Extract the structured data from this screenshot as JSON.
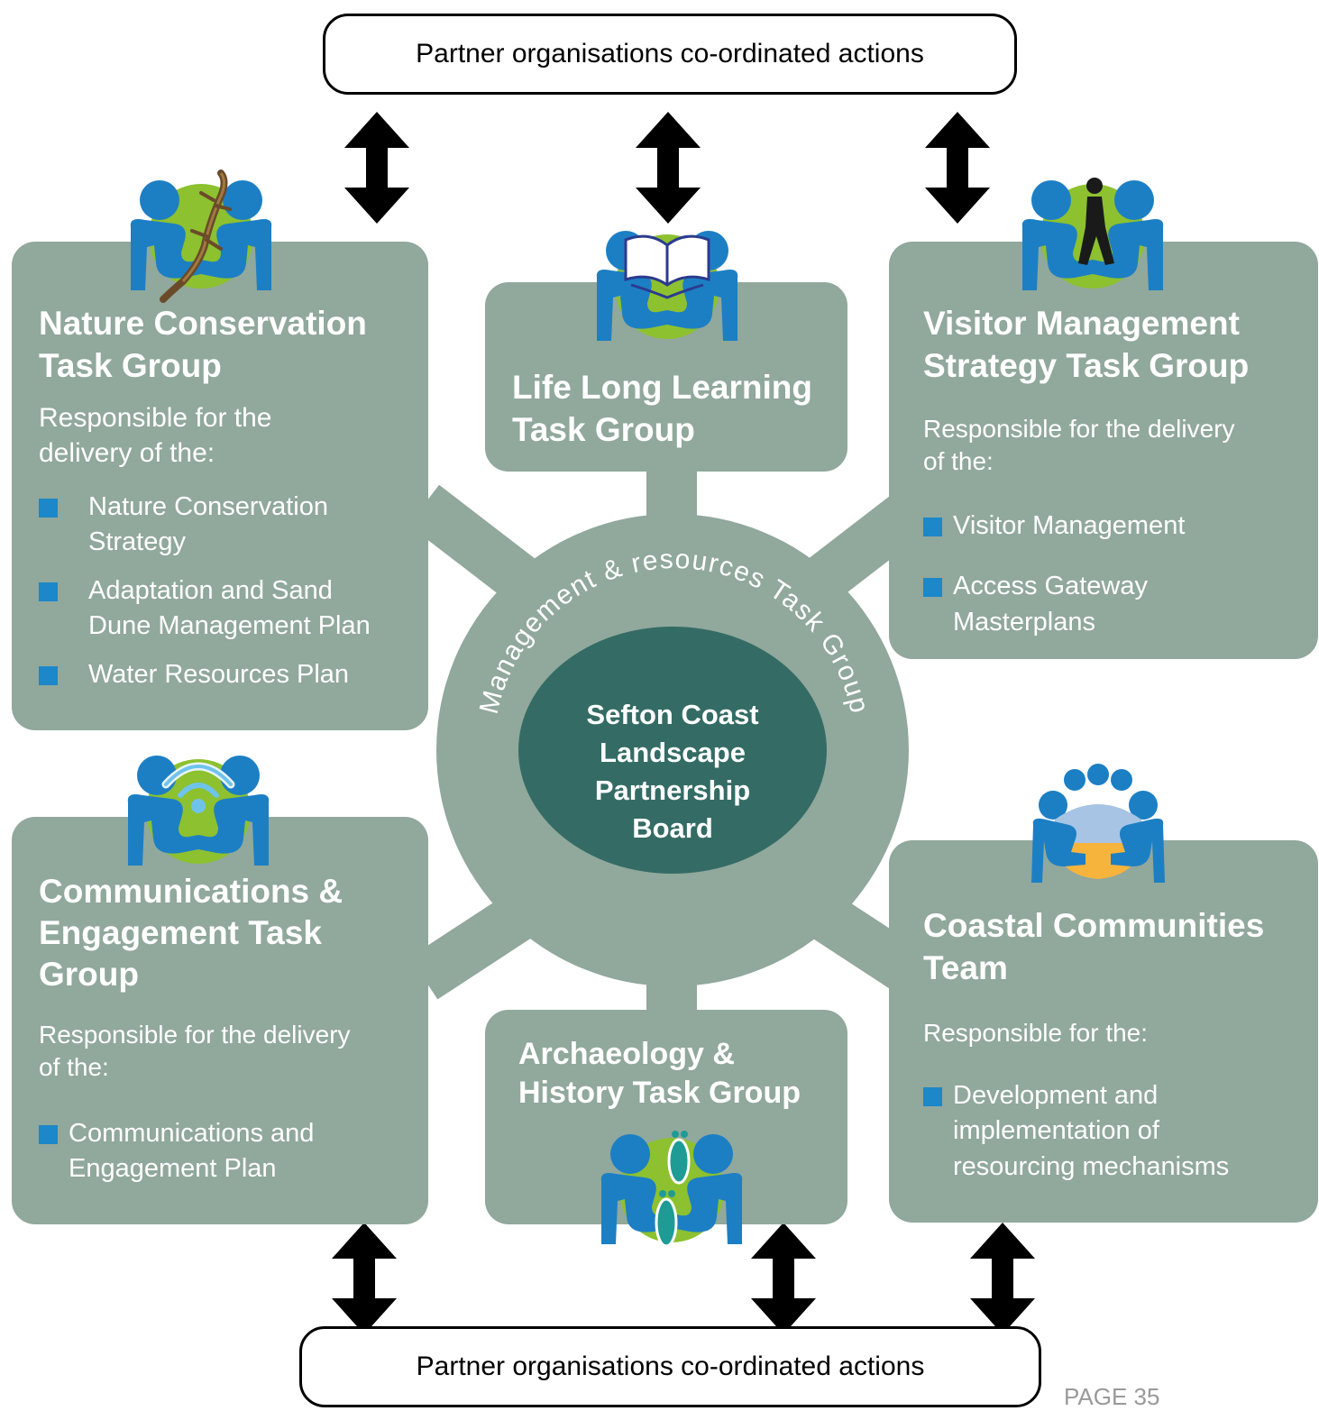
{
  "partners": {
    "top_label": "Partner organisations co-ordinated actions",
    "bottom_label": "Partner organisations co-ordinated actions"
  },
  "ring": {
    "label": "Management & resources Task Group"
  },
  "center": {
    "lines": [
      "Sefton Coast",
      "Landscape",
      "Partnership",
      "Board"
    ]
  },
  "groups": {
    "nature": {
      "title": [
        "Nature Conservation",
        "Task Group"
      ],
      "description": [
        "Responsible for the",
        "delivery of the:"
      ],
      "items": [
        [
          "Nature Conservation",
          "Strategy"
        ],
        [
          "Adaptation and Sand",
          "Dune Management Plan"
        ],
        [
          "Water Resources Plan"
        ]
      ],
      "icon": "lizard-icon"
    },
    "learning": {
      "title": [
        "Life Long Learning",
        "Task Group"
      ],
      "icon": "book-icon"
    },
    "visitor": {
      "title": [
        "Visitor Management",
        "Strategy Task Group"
      ],
      "description": [
        "Responsible for the delivery",
        "of the:"
      ],
      "items": [
        [
          "Visitor Management"
        ],
        [
          "Access Gateway",
          "Masterplans"
        ]
      ],
      "icon": "walker-icon"
    },
    "comms": {
      "title": [
        "Communications &",
        "Engagement Task",
        "Group"
      ],
      "description": [
        "Responsible for the delivery",
        "of the:"
      ],
      "items": [
        [
          "Communications and",
          "Engagement Plan"
        ]
      ],
      "icon": "wifi-icon"
    },
    "archaeology": {
      "title": [
        "Archaeology &",
        "History Task Group"
      ],
      "icon": "footprints-icon"
    },
    "coastal": {
      "title": [
        "Coastal Communities",
        "Team"
      ],
      "description": [
        "Responsible for the:"
      ],
      "items": [
        [
          "Development and",
          "implementation of",
          "resourcing mechanisms"
        ]
      ],
      "icon": "community-table-icon"
    }
  },
  "footer": {
    "page": "PAGE 35"
  },
  "colors": {
    "panel": "#91a89c",
    "center": "#346c65",
    "people": "#1c7fc4",
    "green": "#8dc12f",
    "bullet": "#1c87c9"
  }
}
